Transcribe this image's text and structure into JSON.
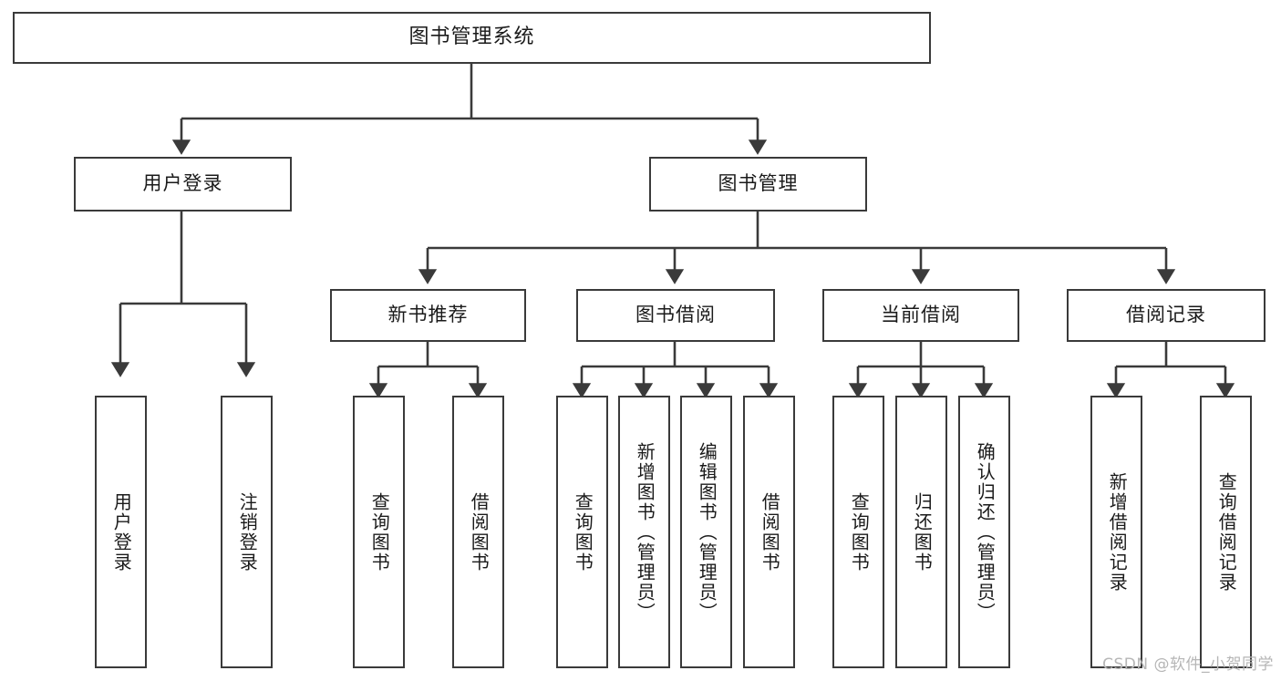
{
  "diagram": {
    "type": "tree",
    "title": "图书管理系统",
    "colors": {
      "stroke": "#3a3a3a",
      "fill": "#ffffff",
      "text": "#1a1a1a",
      "watermark": "#b6b6b6"
    },
    "root": {
      "label": "图书管理系统"
    },
    "level1": [
      {
        "label": "用户登录"
      },
      {
        "label": "图书管理"
      }
    ],
    "level2": [
      {
        "label": "新书推荐"
      },
      {
        "label": "图书借阅"
      },
      {
        "label": "当前借阅"
      },
      {
        "label": "借阅记录"
      }
    ],
    "leaves": {
      "user_login": [
        {
          "label": "用户登录"
        },
        {
          "label": "注销登录"
        }
      ],
      "new_book": [
        {
          "label": "查询图书"
        },
        {
          "label": "借阅图书"
        }
      ],
      "borrow_book": [
        {
          "label": "查询图书"
        },
        {
          "label": "新增图书（管理员）"
        },
        {
          "label": "编辑图书（管理员）"
        },
        {
          "label": "借阅图书"
        }
      ],
      "current_borrow": [
        {
          "label": "查询图书"
        },
        {
          "label": "归还图书"
        },
        {
          "label": "确认归还（管理员）"
        }
      ],
      "borrow_record": [
        {
          "label": "新增借阅记录"
        },
        {
          "label": "查询借阅记录"
        }
      ]
    },
    "watermark": "CSDN @软件_小贺同学"
  }
}
